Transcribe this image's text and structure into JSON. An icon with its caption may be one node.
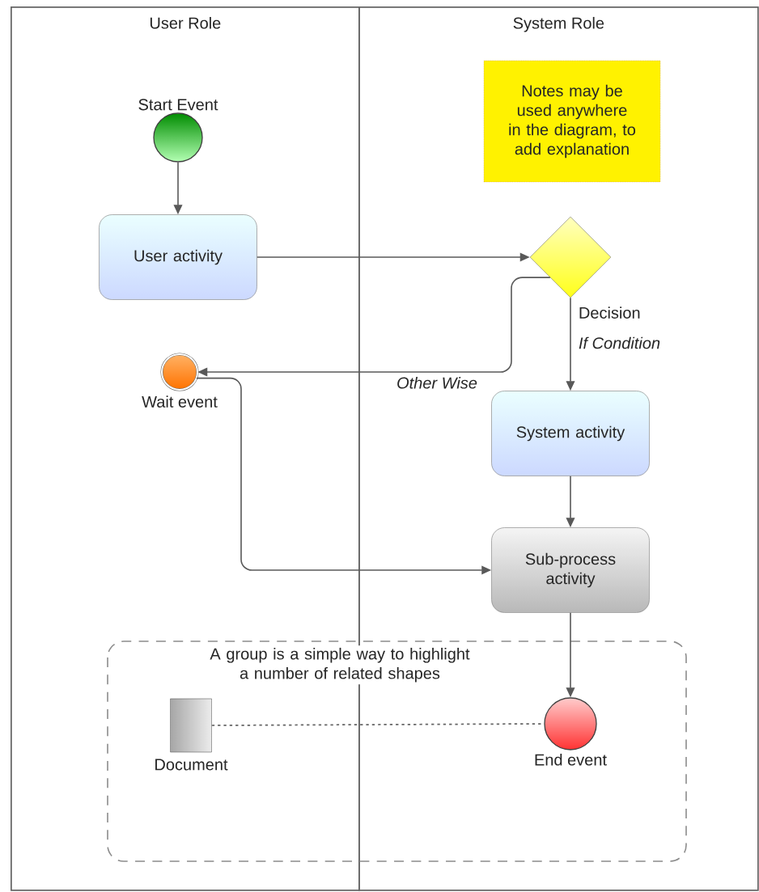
{
  "diagram": {
    "nodes": [
      {
        "text": [
          "User Role"
        ]
      },
      {
        "text": [
          "System Role"
        ]
      },
      {
        "text": [
          "Start Event"
        ],
        "in": 0
      },
      {
        "text": [
          "User activity"
        ],
        "in": 0
      },
      {
        "text": [
          "Notes may be used anywhere in the diagram, to add explanation"
        ],
        "in": 1
      },
      {
        "text": [
          "Decision"
        ],
        "in": 1
      },
      {
        "text": [
          "Wait event"
        ],
        "in": 0
      },
      {
        "text": [
          "System activity"
        ],
        "in": 1
      },
      {
        "text": [
          "Sub-process activity"
        ],
        "in": 1
      },
      {
        "text": [
          "Document"
        ],
        "in": 0
      },
      {
        "text": [
          "End event"
        ],
        "in": 1
      }
    ],
    "edges": [
      {
        "from": 2,
        "to": 3,
        "arrow": "to"
      },
      {
        "from": 3,
        "to": 5,
        "arrow": "to"
      },
      {
        "from": 5,
        "to": 6,
        "arrow": "to",
        "label": "Other Wise"
      },
      {
        "from": 5,
        "to": 7,
        "arrow": "to",
        "label": "If Condition"
      },
      {
        "from": 7,
        "to": 8,
        "arrow": "to"
      },
      {
        "from": 6,
        "to": 8,
        "arrow": "to"
      },
      {
        "from": 8,
        "to": 10,
        "arrow": "to"
      },
      {
        "from": 9,
        "to": 10,
        "arrow": "none",
        "style": "dashed"
      }
    ],
    "labels": [
      "A group is a simple way to highlight a number of related shapes"
    ]
  }
}
